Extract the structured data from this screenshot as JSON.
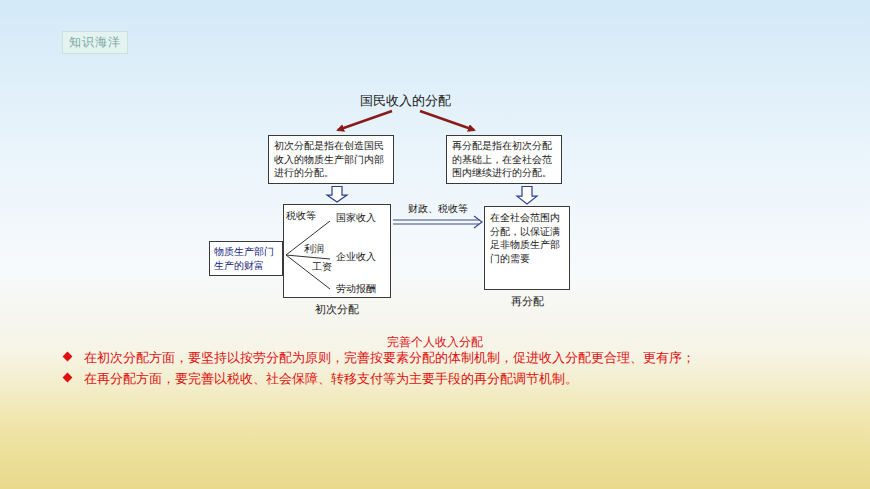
{
  "diagram": {
    "title": "国民收入的分配",
    "nodes": [
      {
        "text": [
          "初次分配是指在创造国民收入的物质生产部门内部进行的分配。"
        ]
      },
      {
        "text": [
          "再分配是指在初次分配的基础上，在全社会范围内继续进行的分配。"
        ]
      },
      {
        "text": [
          "物质生产部门生产的财富"
        ]
      },
      {
        "text": [
          "税收等",
          "国家收入",
          "利润",
          "企业收入",
          "工资",
          "劳动报酬",
          "初次分配"
        ]
      },
      {
        "text": [
          "在全社会范围内分配，以保证满足非物质生产部门的需要",
          "再分配"
        ]
      }
    ],
    "edges": [
      {
        "from": 0,
        "to": 3,
        "arrow": "to"
      },
      {
        "from": 1,
        "to": 4,
        "arrow": "to"
      },
      {
        "from": 3,
        "to": 4,
        "arrow": "to",
        "label": "财政、税收等"
      }
    ],
    "labels": [
      "知识海洋",
      "完善个人收入分配",
      "在初次分配方面，要坚持以按劳分配为原则，完善按要素分配的体制机制，促进收入分配更合理、更有序；",
      "在再分配方面，要完善以税收、社会保障、转移支付等为主要手段的再分配调节机制。"
    ]
  }
}
